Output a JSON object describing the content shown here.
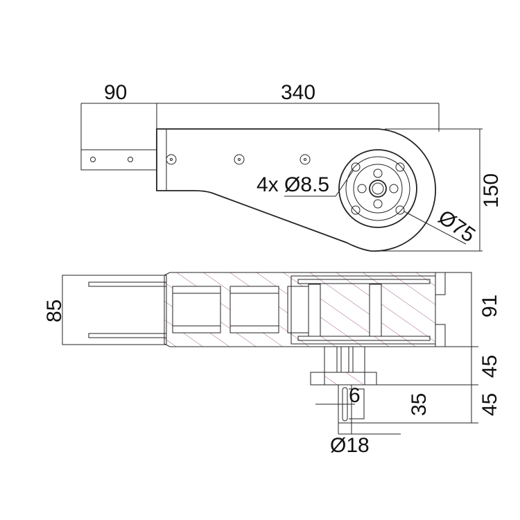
{
  "title": "Arm link technical drawing",
  "dimensions": {
    "bracket_length": "90",
    "arm_length": "340",
    "arm_height": "150",
    "hole_callout": "4x Ø8.5",
    "flange_diameter": "Ø75",
    "bracket_thickness": "85",
    "body_thickness": "91",
    "hub_height": "45",
    "shaft_length": "45",
    "key_width": "6",
    "key_length": "35",
    "shaft_diameter": "Ø18"
  },
  "colors": {
    "line": "#222222",
    "hatch": "#a0608f"
  }
}
